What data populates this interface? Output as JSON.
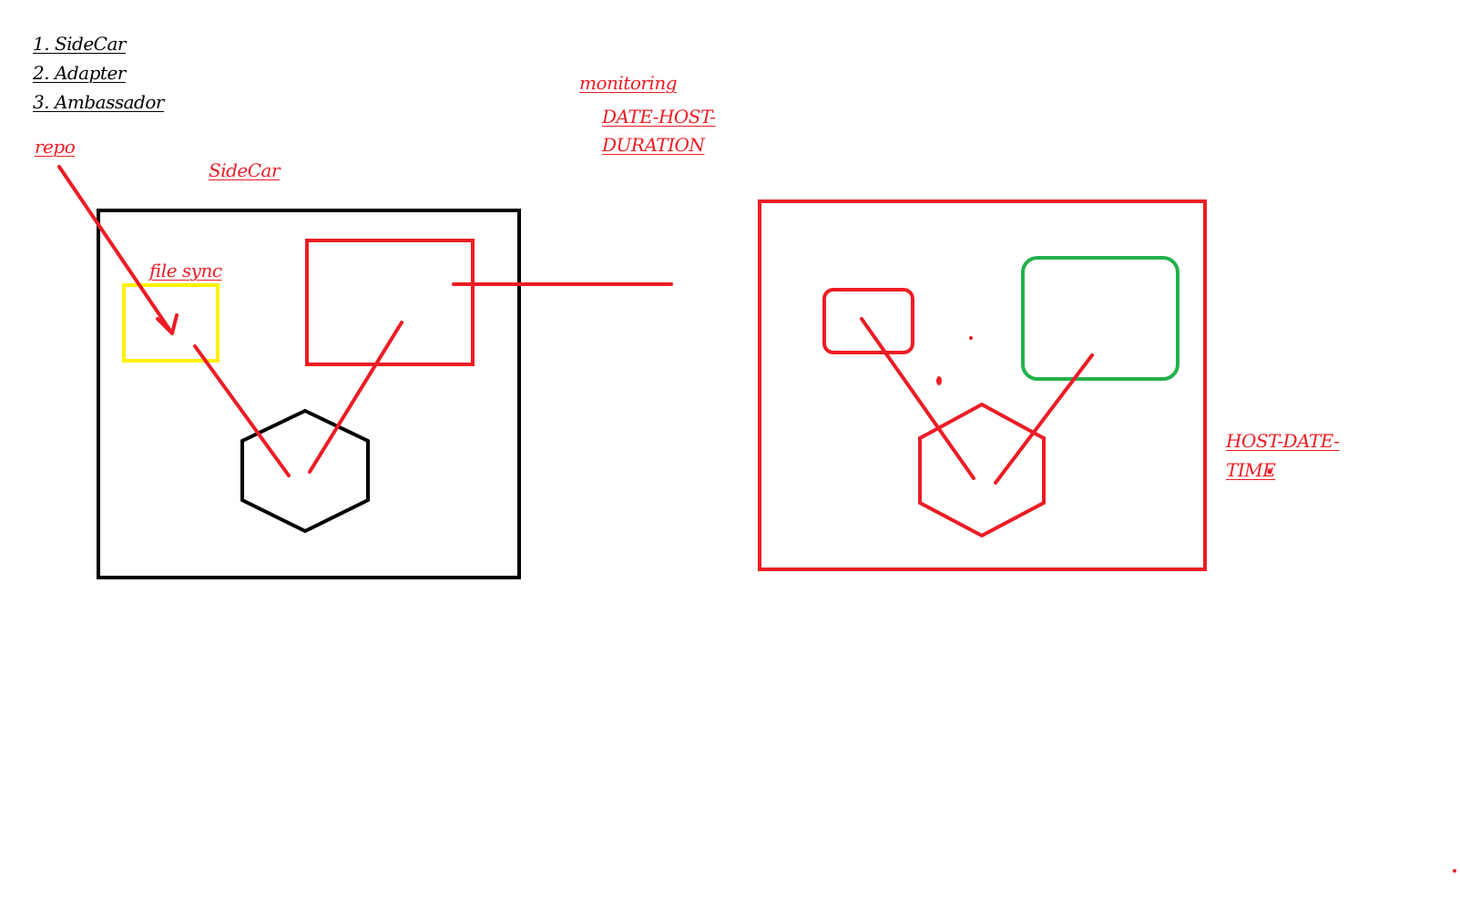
{
  "colors": {
    "black": "#000000",
    "red": "#ed1c24",
    "yellow": "#fff200",
    "green": "#22b14c"
  },
  "patterns_list": {
    "item_1": "1. SideCar",
    "item_2": "2. Adapter",
    "item_3": "3. Ambassador"
  },
  "left_diagram": {
    "repo_label": "repo",
    "title": "SideCar",
    "file_sync_label": "file sync"
  },
  "monitoring": {
    "label": "monitoring",
    "format_line_1": "DATE-HOST-",
    "format_line_2": "DURATION"
  },
  "right_diagram": {
    "format_line_1": "HOST-DATE-",
    "format_line_2": "TIME"
  }
}
